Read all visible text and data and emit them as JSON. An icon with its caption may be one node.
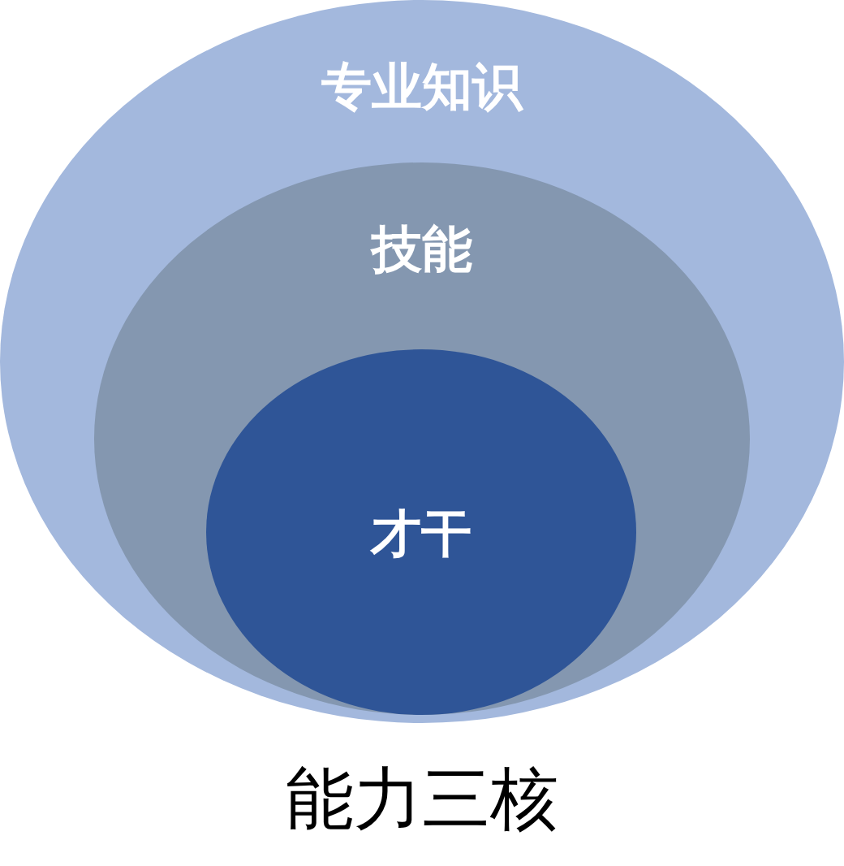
{
  "diagram": {
    "caption": "能力三核",
    "nodes": [
      {
        "text": [
          "专业知识"
        ]
      },
      {
        "text": [
          "技能"
        ],
        "in": 0
      },
      {
        "text": [
          "才干"
        ],
        "in": 1
      }
    ]
  }
}
